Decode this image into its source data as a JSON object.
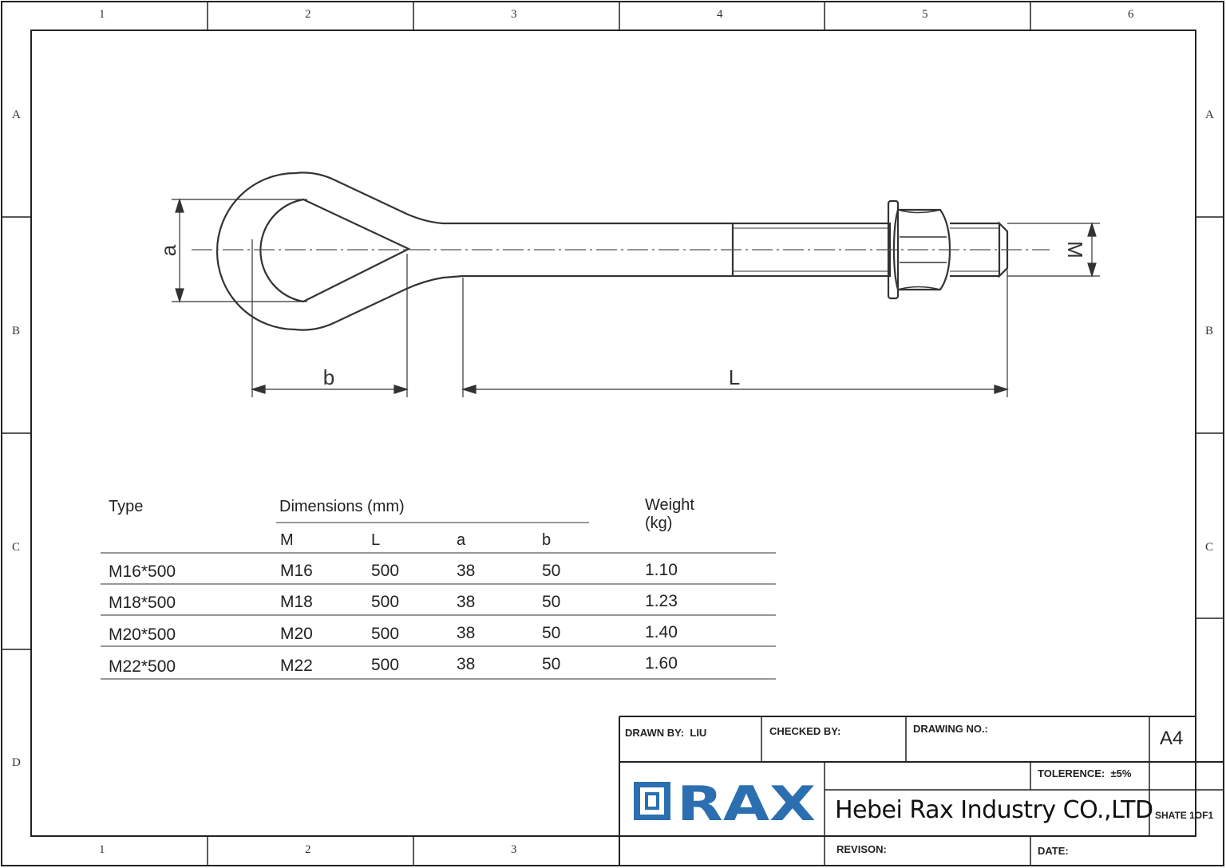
{
  "frame": {
    "columns": [
      "1",
      "2",
      "3",
      "4",
      "5",
      "6"
    ],
    "bottom_columns": [
      "1",
      "2",
      "3"
    ],
    "rows": [
      "A",
      "B",
      "C",
      "D"
    ]
  },
  "drawing": {
    "dim_a": "a",
    "dim_b": "b",
    "dim_L": "L",
    "dim_M": "M"
  },
  "table": {
    "type_header": "Type",
    "dimensions_header": "Dimensions (mm)",
    "weight_header_line1": "Weight",
    "weight_header_line2": "(kg)",
    "sub_headers": [
      "M",
      "L",
      "a",
      "b"
    ],
    "rows": [
      {
        "type": "M16*500",
        "M": "M16",
        "L": "500",
        "a": "38",
        "b": "50",
        "weight": "1.10"
      },
      {
        "type": "M18*500",
        "M": "M18",
        "L": "500",
        "a": "38",
        "b": "50",
        "weight": "1.23"
      },
      {
        "type": "M20*500",
        "M": "M20",
        "L": "500",
        "a": "38",
        "b": "50",
        "weight": "1.40"
      },
      {
        "type": "M22*500",
        "M": "M22",
        "L": "500",
        "a": "38",
        "b": "50",
        "weight": "1.60"
      }
    ]
  },
  "title_block": {
    "drawn_by_label": "DRAWN BY:",
    "drawn_by_value": "LIU",
    "checked_by_label": "CHECKED BY:",
    "drawing_no_label": "DRAWING NO.:",
    "sheet_size": "A4",
    "tolerance_label": "TOLERENCE:",
    "tolerance_value": "±5%",
    "logo_text": "RAX",
    "company": "Hebei Rax Industry CO.,LTD",
    "sheet": "SHATE 1OF1",
    "revision_label": "REVISON:",
    "date_label": "DATE:",
    "logo_color": "#2b6fb0"
  }
}
